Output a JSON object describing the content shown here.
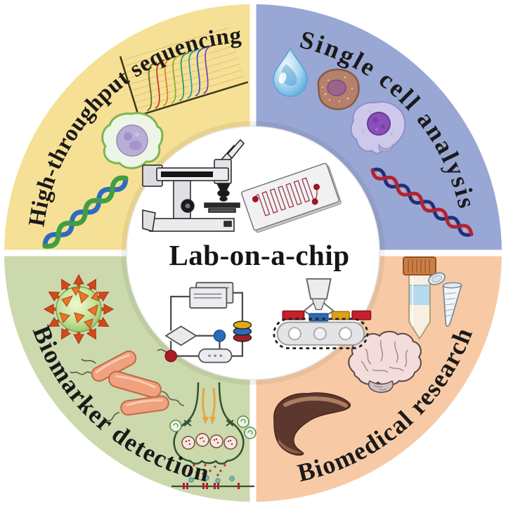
{
  "figure": {
    "type": "circular-quadrant-diagram",
    "background": "#ffffff",
    "text_color": "#1a1a1a",
    "center": {
      "label": "Lab-on-a-chip",
      "circle_color": "#ffffff",
      "icons": [
        "inverted-microscope",
        "microfluidic-chip",
        "workflow-flowchart",
        "conveyor-sorter"
      ]
    },
    "quadrants": [
      {
        "position": "top-left",
        "label": "High-throughput sequencing",
        "color": "#f6e095",
        "icons": [
          "amplification-curves-plot",
          "stained-cell",
          "dna-double-helix"
        ]
      },
      {
        "position": "top-right",
        "label": "Single cell analysis",
        "color": "#99a7d4",
        "icons": [
          "water-droplet",
          "tumor-cell",
          "immune-cell",
          "dna-double-helix"
        ]
      },
      {
        "position": "bottom-left",
        "label": "Biomarker detection",
        "color": "#cbd9ad",
        "icons": [
          "virus-particle",
          "bacteria-rods",
          "synapse-neurotransmitters"
        ]
      },
      {
        "position": "bottom-right",
        "label": "Biomedical research",
        "color": "#f7caa5",
        "icons": [
          "centrifuge-tube",
          "microcentrifuge-tube",
          "brain",
          "liver"
        ]
      }
    ]
  }
}
